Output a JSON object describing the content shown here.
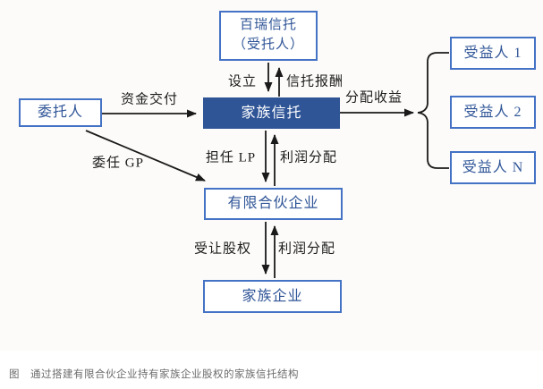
{
  "colors": {
    "box_border": "#4472c4",
    "box_text": "#2f5597",
    "dark_box_fill": "#2f5597",
    "dark_box_text": "#ffffff",
    "arrow": "#1a1a1a",
    "edge_label_text": "#1c1c1c",
    "caption_text": "#6b6b6b",
    "diagram_bg": "#fcfbf9"
  },
  "nodes": {
    "trustee": {
      "line1": "百瑞信托",
      "line2": "（受托人）"
    },
    "settlor": {
      "label": "委托人"
    },
    "family_trust": {
      "label": "家族信托"
    },
    "beneficiary1": {
      "label": "受益人 1"
    },
    "beneficiary2": {
      "label": "受益人 2"
    },
    "beneficiaryN": {
      "label": "受益人 N"
    },
    "limited_partnership": {
      "label": "有限合伙企业"
    },
    "family_business": {
      "label": "家族企业"
    }
  },
  "edge_labels": {
    "establish": "设立",
    "trust_fee": "信托报酬",
    "fund_delivery": "资金交付",
    "distribute_income": "分配收益",
    "appoint_gp": "委任 GP",
    "act_as_lp": "担任 LP",
    "profit_distribution_upper": "利润分配",
    "transfer_equity": "受让股权",
    "profit_distribution_lower": "利润分配"
  },
  "caption": "图　通过搭建有限合伙企业持有家族企业股权的家族信托结构"
}
